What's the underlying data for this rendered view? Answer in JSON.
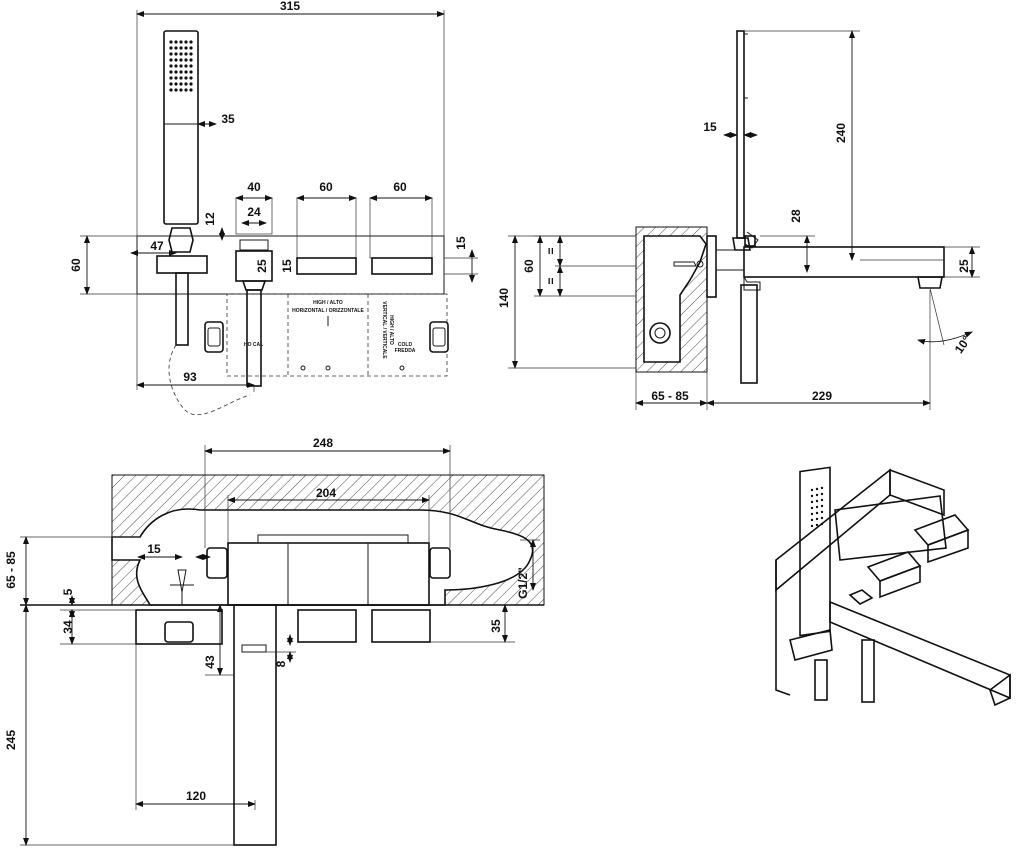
{
  "front_view": {
    "dims": {
      "w315": "315",
      "d35": "35",
      "d40": "40",
      "d60a": "60",
      "d60b": "60",
      "d12": "12",
      "d24": "24",
      "d15": "15",
      "d47": "47",
      "d60": "60",
      "d25": "25",
      "d15b": "15",
      "d93": "93"
    },
    "notes": {
      "high_alto": "HIGH / ALTO",
      "horizontal": "HORIZONTAL / ORIZZONTALE",
      "vertical": "VERTICAL / VERTICALE",
      "high_alto_v": "HIGH / ALTO",
      "hot_partial": "HO CAL",
      "cold": "COLD",
      "fredda": "FREDDA"
    }
  },
  "side_view": {
    "dims": {
      "d15": "15",
      "d240": "240",
      "d28": "28",
      "d25": "25",
      "d60": "60",
      "d140": "140",
      "eq1": "=",
      "eq2": "=",
      "d6585": "65 - 85",
      "d229": "229",
      "angle": "10°"
    }
  },
  "plan_view": {
    "dims": {
      "d248": "248",
      "d204": "204",
      "d15": "15",
      "d6585": "65 - 85",
      "d5": "5",
      "d34": "34",
      "d35": "35",
      "d43": "43",
      "d8": "8",
      "d245": "245",
      "d120": "120",
      "g12": "G1/2\""
    }
  }
}
